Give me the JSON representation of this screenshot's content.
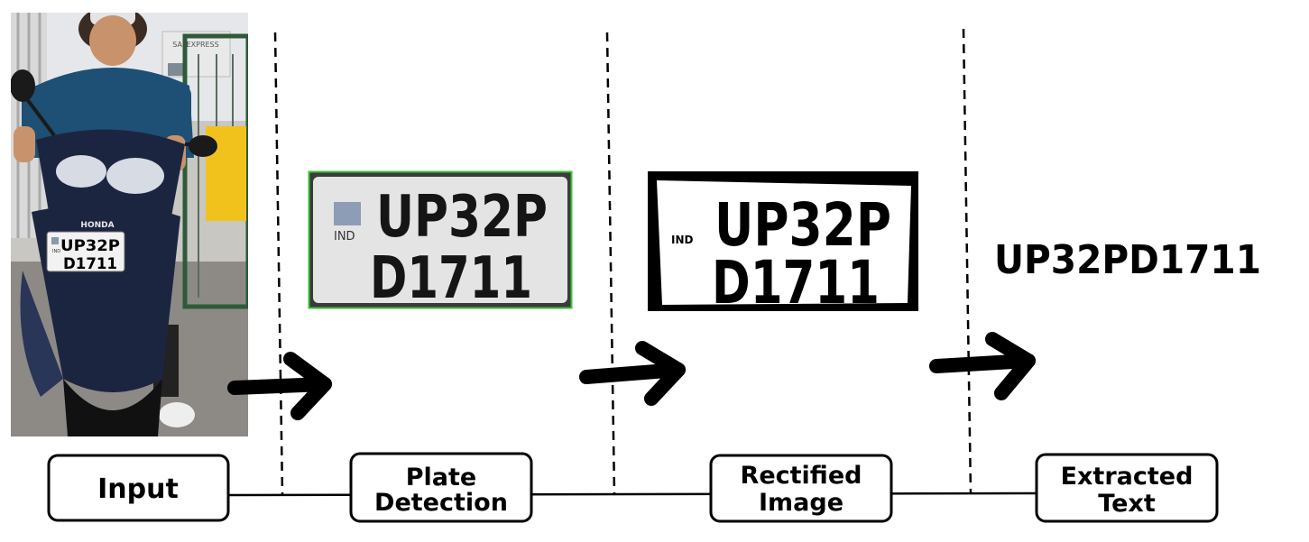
{
  "pipeline": {
    "stages": [
      {
        "id": "input",
        "label": [
          "Input"
        ]
      },
      {
        "id": "plate-detection",
        "label": [
          "Plate",
          "Detection"
        ]
      },
      {
        "id": "rectified-image",
        "label": [
          "Rectified",
          "Image"
        ]
      },
      {
        "id": "extracted-text",
        "label": [
          "Extracted",
          "Text"
        ]
      }
    ]
  },
  "photo": {
    "plate_lines": [
      "UP32P",
      "D1711"
    ],
    "brand": "HONDA",
    "country": "IND",
    "sign_text": "SAFEXPRESS"
  },
  "detected_plate": {
    "lines": [
      "UP32P",
      "D1711"
    ],
    "country": "IND",
    "border_color": "#39c23a"
  },
  "rectified_plate": {
    "lines": [
      "UP32P",
      "D1711"
    ],
    "country": "IND"
  },
  "extracted_text": "UP32PD1711",
  "colors": {
    "ink": "#000000",
    "background": "#ffffff",
    "scooter": "#1c2540",
    "shirt": "#1e4f75"
  }
}
